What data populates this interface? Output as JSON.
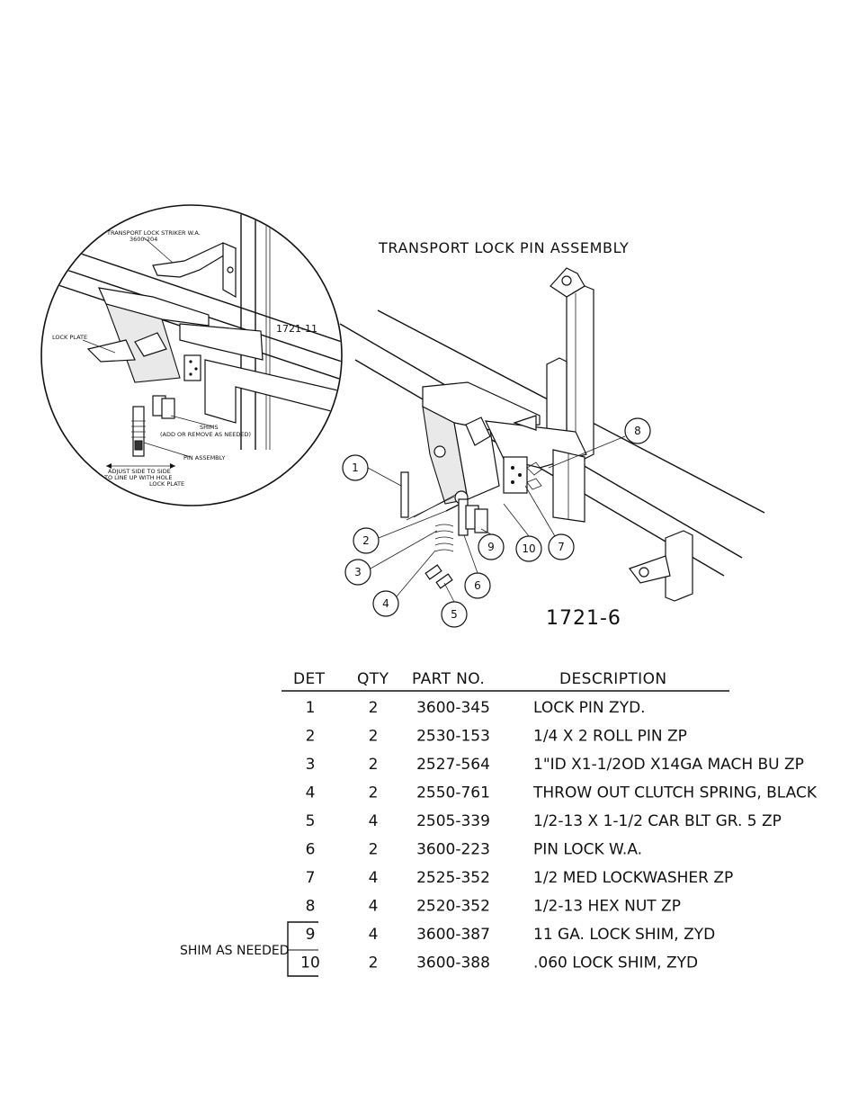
{
  "inset": {
    "striker_label_line1": "TRANSPORT LOCK STRIKER W.A.",
    "striker_label_line2": "3600-204",
    "lock_plate_label": "LOCK PLATE",
    "view_number": "1721-11",
    "shims_label_line1": "SHIMS",
    "shims_label_line2": "(ADD OR REMOVE AS NEEDED)",
    "pin_assembly_label": "PIN ASSEMBLY",
    "adjust_note_line1": "ADJUST SIDE TO SIDE",
    "adjust_note_line2": "TO LINE UP WITH HOLE",
    "adjust_note_line3": "LOCK PLATE"
  },
  "main": {
    "title": "TRANSPORT LOCK PIN ASSEMBLY",
    "view_number": "1721-6",
    "callouts": [
      "1",
      "2",
      "3",
      "4",
      "5",
      "6",
      "7",
      "8",
      "9",
      "10"
    ]
  },
  "parts_table": {
    "headers": {
      "det": "DET",
      "qty": "QTY",
      "part": "PART NO.",
      "desc": "DESCRIPTION"
    },
    "shim_note": "SHIM AS NEEDED",
    "rows": [
      {
        "det": "1",
        "qty": "2",
        "part": "3600-345",
        "desc": "LOCK PIN ZYD."
      },
      {
        "det": "2",
        "qty": "2",
        "part": "2530-153",
        "desc": "1/4 X 2 ROLL PIN  ZP"
      },
      {
        "det": "3",
        "qty": "2",
        "part": "2527-564",
        "desc": "1\"ID X1-1/2OD X14GA MACH BU ZP"
      },
      {
        "det": "4",
        "qty": "2",
        "part": "2550-761",
        "desc": "THROW OUT CLUTCH SPRING, BLACK"
      },
      {
        "det": "5",
        "qty": "4",
        "part": "2505-339",
        "desc": "1/2-13 X 1-1/2 CAR BLT GR. 5 ZP"
      },
      {
        "det": "6",
        "qty": "2",
        "part": "3600-223",
        "desc": "PIN LOCK W.A."
      },
      {
        "det": "7",
        "qty": "4",
        "part": "2525-352",
        "desc": "1/2 MED LOCKWASHER ZP"
      },
      {
        "det": "8",
        "qty": "4",
        "part": "2520-352",
        "desc": "1/2-13 HEX NUT ZP"
      },
      {
        "det": "9",
        "qty": "4",
        "part": "3600-387",
        "desc": "11 GA. LOCK SHIM, ZYD"
      },
      {
        "det": "10",
        "qty": "2",
        "part": "3600-388",
        "desc": ".060 LOCK SHIM, ZYD"
      }
    ]
  }
}
